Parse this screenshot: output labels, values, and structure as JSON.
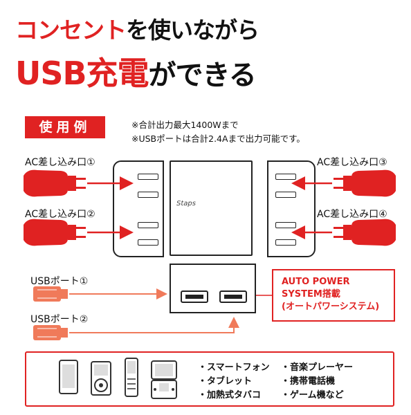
{
  "header": {
    "line1_highlight": "コンセント",
    "line1_rest": "を使いながら",
    "line2_highlight": "USB充電",
    "line2_rest": "ができる"
  },
  "usage": {
    "badge": "使用例",
    "notes": [
      "※合計出力最大1400Wまで",
      "※USBポートは合計2.4Aまで出力可能です。"
    ]
  },
  "ac_labels": [
    "AC差し込み口①",
    "AC差し込み口②",
    "AC差し込み口③",
    "AC差し込み口④"
  ],
  "usb_labels": [
    "USBポート①",
    "USBポート②"
  ],
  "brand": "Staps",
  "auto_power": [
    "AUTO POWER",
    "SYSTEM搭載",
    "(オートパワーシステム)"
  ],
  "devices": {
    "col1": [
      "・スマートフォン",
      "・タブレット",
      "・加熱式タバコ"
    ],
    "col2": [
      "・音楽プレーヤー",
      "・携帯電話機",
      "・ゲーム機など"
    ]
  },
  "colors": {
    "accent": "#e02222",
    "highlight": "#f7e01a",
    "usb_plug": "#f07a5a"
  }
}
